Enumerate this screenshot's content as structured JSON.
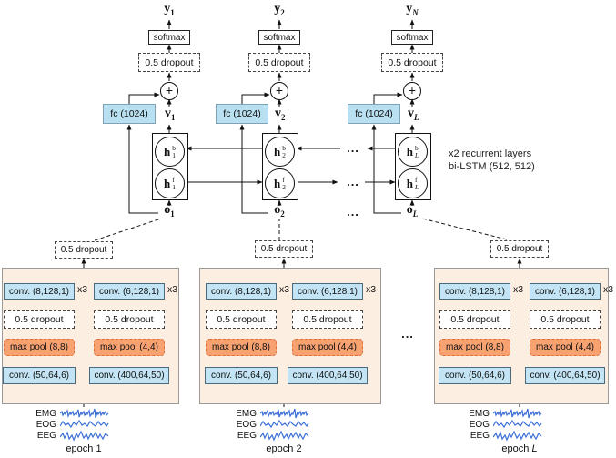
{
  "seq_columns": [
    {
      "y_base": "y",
      "y_sub": "1",
      "softmax": "softmax",
      "dropout": "0.5 dropout",
      "plus": "+",
      "fc": "fc (1024)",
      "v_base": "v",
      "v_sub": "1",
      "h_base": "h",
      "hb_sup": "b",
      "hf_sup": "f",
      "h_sub": "1",
      "o_base": "o",
      "o_sub": "1"
    },
    {
      "y_base": "y",
      "y_sub": "2",
      "softmax": "softmax",
      "dropout": "0.5 dropout",
      "plus": "+",
      "fc": "fc (1024)",
      "v_base": "v",
      "v_sub": "2",
      "h_base": "h",
      "hb_sup": "b",
      "hf_sup": "f",
      "h_sub": "2",
      "o_base": "o",
      "o_sub": "2"
    },
    {
      "y_base": "y",
      "y_sub": "N",
      "softmax": "softmax",
      "dropout": "0.5 dropout",
      "plus": "+",
      "fc": "fc (1024)",
      "v_base": "v",
      "v_sub": "L",
      "h_base": "h",
      "hb_sup": "b",
      "hf_sup": "f",
      "h_sub": "L",
      "o_base": "o",
      "o_sub": "L"
    }
  ],
  "annotation": {
    "line1": "x2 recurrent layers",
    "line2": "bi-LSTM (512, 512)"
  },
  "misc": {
    "dots": "..."
  },
  "epoch_blocks": [
    {
      "label": "epoch",
      "index": "1",
      "dropout": "0.5 dropout",
      "left": {
        "conv_top": "conv. (8,128,1)",
        "reps": "x3",
        "dropout": "0.5 dropout",
        "pool": "max pool (8,8)",
        "conv_bottom": "conv. (50,64,6)"
      },
      "right": {
        "conv_top": "conv. (6,128,1)",
        "reps": "x3",
        "dropout": "0.5 dropout",
        "pool": "max pool (4,4)",
        "conv_bottom": "conv. (400,64,50)"
      },
      "signals": [
        "EMG",
        "EOG",
        "EEG"
      ]
    },
    {
      "label": "epoch",
      "index": "2",
      "dropout": "0.5 dropout",
      "left": {
        "conv_top": "conv. (8,128,1)",
        "reps": "x3",
        "dropout": "0.5 dropout",
        "pool": "max pool (8,8)",
        "conv_bottom": "conv. (50,64,6)"
      },
      "right": {
        "conv_top": "conv. (6,128,1)",
        "reps": "x3",
        "dropout": "0.5 dropout",
        "pool": "max pool (4,4)",
        "conv_bottom": "conv. (400,64,50)"
      },
      "signals": [
        "EMG",
        "EOG",
        "EEG"
      ]
    },
    {
      "label": "epoch",
      "index": "L",
      "dropout": "0.5 dropout",
      "left": {
        "conv_top": "conv. (8,128,1)",
        "reps": "x3",
        "dropout": "0.5 dropout",
        "pool": "max pool (8,8)",
        "conv_bottom": "conv. (50,64,6)"
      },
      "right": {
        "conv_top": "conv. (6,128,1)",
        "reps": "x3",
        "dropout": "0.5 dropout",
        "pool": "max pool (4,4)",
        "conv_bottom": "conv. (400,64,50)"
      },
      "signals": [
        "EMG",
        "EOG",
        "EEG"
      ]
    }
  ],
  "colors": {
    "box_blue": "#c2e4f4",
    "fc_blue": "#b9e0f0",
    "pool_orange": "#f8a272",
    "pool_border": "#d9703d",
    "epoch_bg": "#fdeee2",
    "wire": "#111111",
    "signal_blue": "#3a6fd8"
  }
}
